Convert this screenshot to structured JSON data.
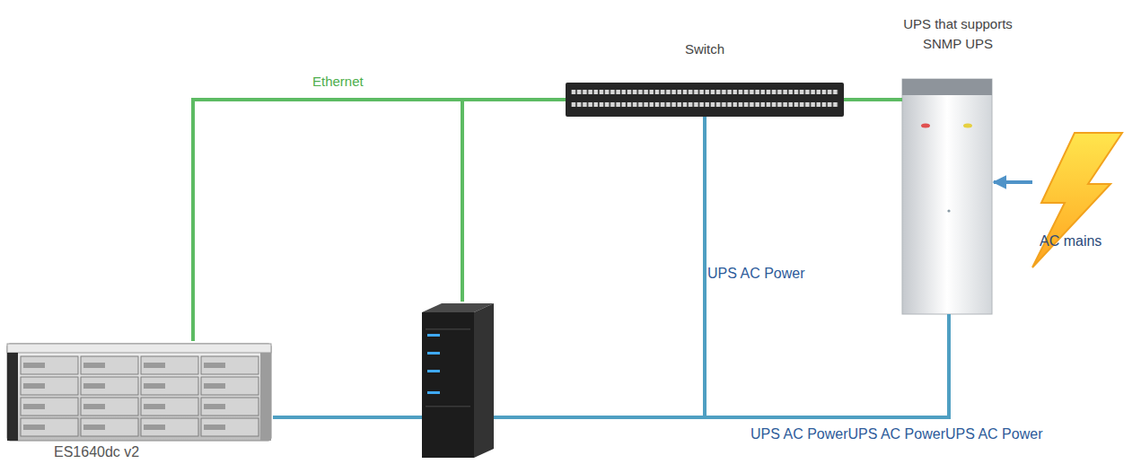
{
  "diagram": {
    "nodes": [
      {
        "text": [
          "Switch"
        ]
      },
      {
        "text": [
          "UPS that supports SNMP UPS"
        ]
      },
      {
        "text": [
          "AC mains"
        ]
      },
      {
        "text": [
          "ES1640dc v2"
        ]
      }
    ],
    "edges": [
      {
        "from": 3,
        "to": 0,
        "arrow": "none",
        "label": "Ethernet"
      },
      {
        "from": 0,
        "to": 1,
        "arrow": "none"
      },
      {
        "from": 1,
        "to": 3,
        "arrow": "none",
        "label": "UPS AC PowerUPS AC PowerUPS AC Power"
      },
      {
        "from": 1,
        "to": 0,
        "arrow": "none",
        "label": "UPS AC Power"
      },
      {
        "from": 2,
        "to": 1,
        "arrow": "to"
      }
    ]
  }
}
